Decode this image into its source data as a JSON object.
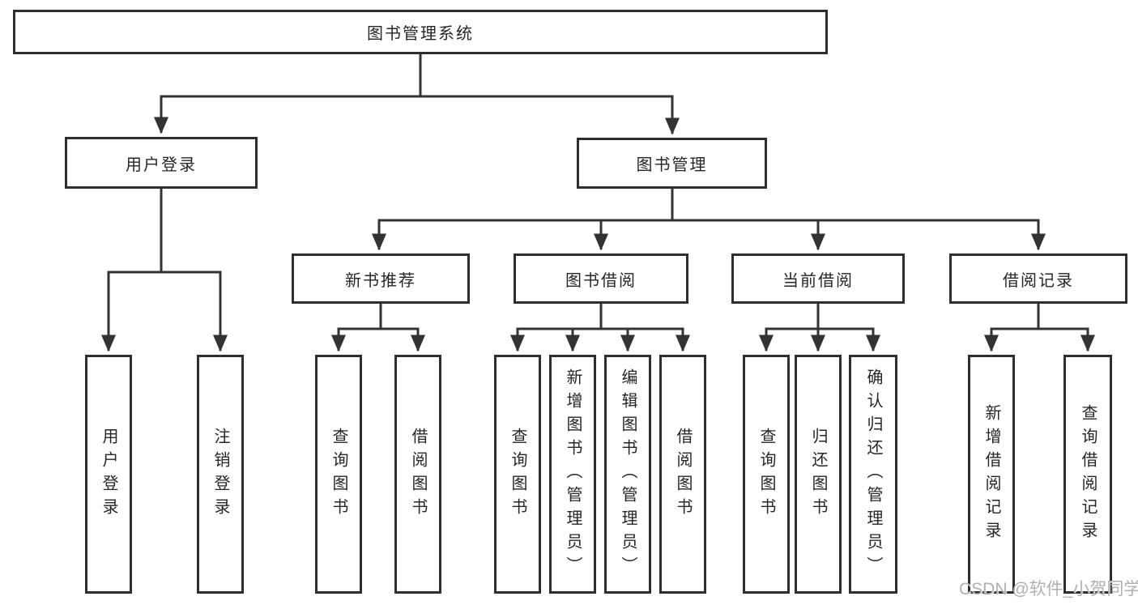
{
  "colors": {
    "line": "#333333",
    "box_border": "#2e2e2e",
    "text": "#262626",
    "watermark": "#b0b0b0"
  },
  "diagram": {
    "root": {
      "label": "图书管理系统"
    },
    "level2": [
      {
        "label": "用户登录"
      },
      {
        "label": "图书管理"
      }
    ],
    "level3": [
      {
        "label": "新书推荐"
      },
      {
        "label": "图书借阅"
      },
      {
        "label": "当前借阅"
      },
      {
        "label": "借阅记录"
      }
    ],
    "leaves": [
      {
        "label": "用户登录"
      },
      {
        "label": "注销登录"
      },
      {
        "label": "查询图书"
      },
      {
        "label": "借阅图书"
      },
      {
        "label": "查询图书"
      },
      {
        "label": "新增图书（管理员）"
      },
      {
        "label": "编辑图书（管理员）"
      },
      {
        "label": "借阅图书"
      },
      {
        "label": "查询图书"
      },
      {
        "label": "归还图书"
      },
      {
        "label": "确认归还（管理员）"
      },
      {
        "label": "新增借阅记录"
      },
      {
        "label": "查询借阅记录"
      }
    ]
  },
  "watermark": {
    "text": "CSDN @软件_小贺同学"
  }
}
